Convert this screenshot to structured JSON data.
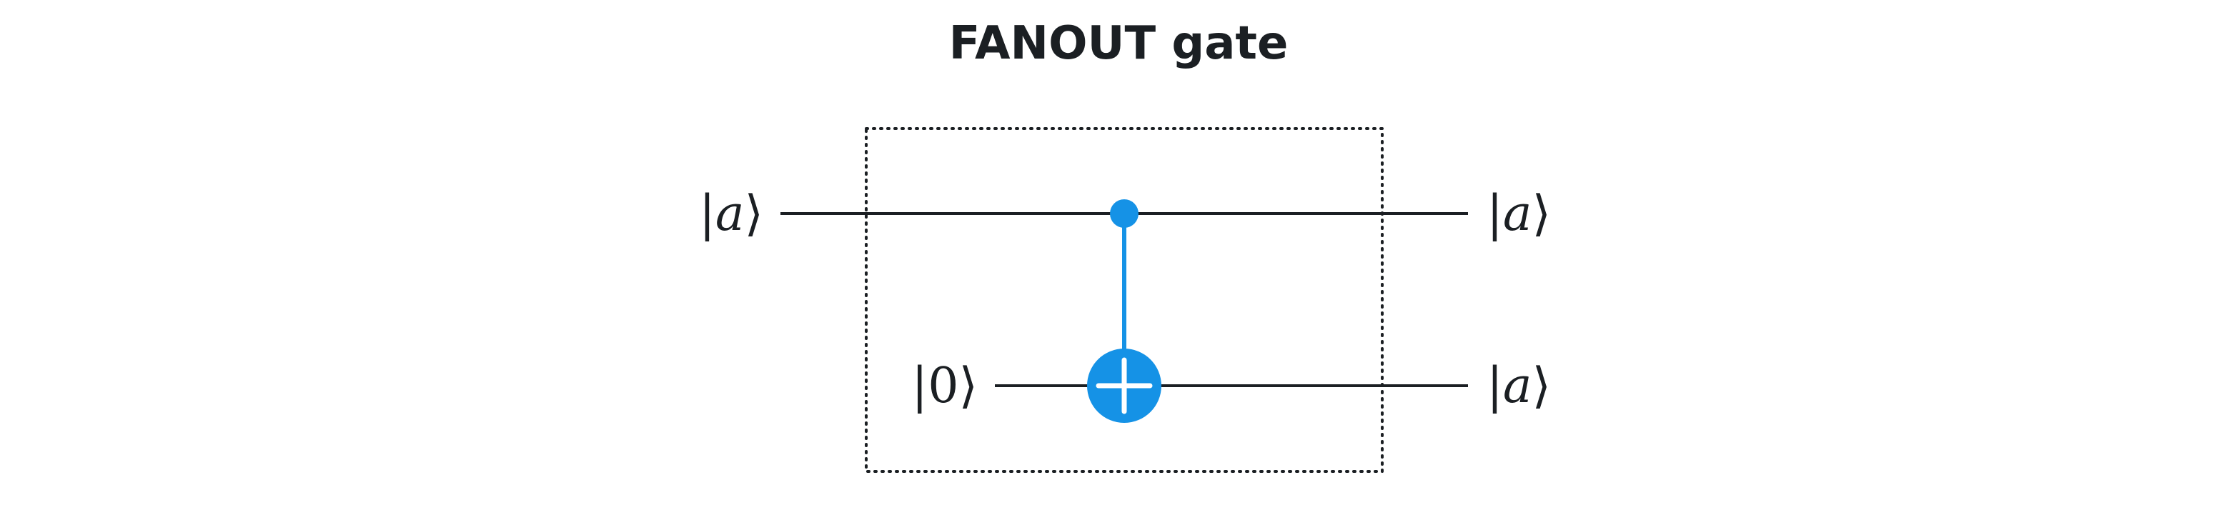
{
  "diagram": {
    "title": "FANOUT gate",
    "inputs": [
      {
        "state": "a",
        "ket_open": "|",
        "ket_close": "⟩"
      },
      {
        "state": "0",
        "ket_open": "|",
        "ket_close": "⟩"
      }
    ],
    "outputs": [
      {
        "state": "a",
        "ket_open": "|",
        "ket_close": "⟩"
      },
      {
        "state": "a",
        "ket_open": "|",
        "ket_close": "⟩"
      }
    ],
    "gate": {
      "type": "CNOT",
      "control_qubit": 0,
      "target_qubit": 1,
      "control_icon": "control-dot-icon",
      "target_icon": "xor-target-icon"
    },
    "colors": {
      "wire": "#1b1f23",
      "gate": "#1592e6",
      "text": "#1b1f23",
      "box": "#1b1f23"
    }
  }
}
